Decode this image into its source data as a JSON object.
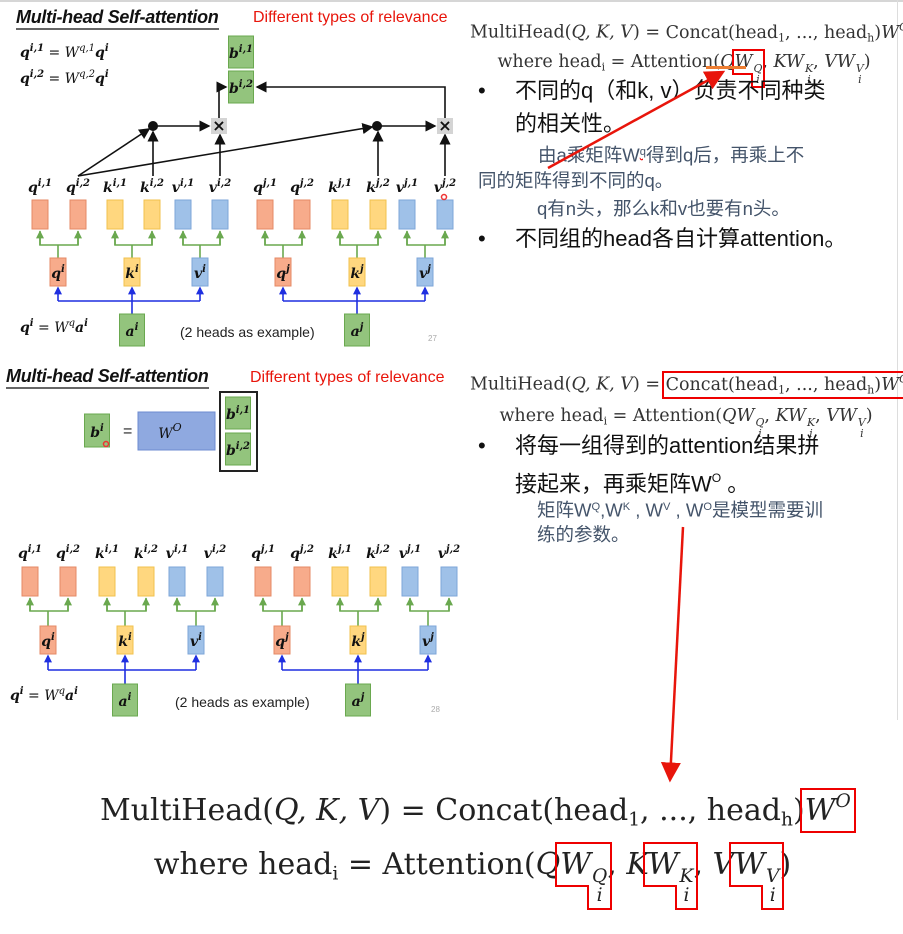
{
  "slide1": {
    "title": "Multi-head Self-attention",
    "subtitle": "Different types of relevance",
    "page": "27",
    "example_note": "(2 heads as example)",
    "equations": [
      [
        {
          "t": "q",
          "sup": "i,1"
        },
        {
          "t": " = W",
          "sup": "q,1"
        },
        {
          "t": "q",
          "sup": "i"
        }
      ],
      [
        {
          "t": "q",
          "sup": "i,2"
        },
        {
          "t": " = W",
          "sup": "q,2"
        },
        {
          "t": "q",
          "sup": "i"
        }
      ]
    ],
    "outputs": [
      {
        "b": "b",
        "s": "i,1"
      },
      {
        "b": "b",
        "s": "i,2"
      }
    ],
    "multiply_symbol": "×"
  },
  "slide2": {
    "title": "Multi-head Self-attention",
    "subtitle": "Different types of relevance",
    "page": "28",
    "example_note": "(2 heads as example)",
    "result": {
      "b": "b",
      "s": "i"
    },
    "equals": "=",
    "weight": {
      "b": "W",
      "s": "O"
    },
    "outputs": [
      {
        "b": "b",
        "s": "i,1"
      },
      {
        "b": "b",
        "s": "i,2"
      }
    ]
  },
  "shared": {
    "vectors": [
      {
        "b": "q",
        "s": "i,1"
      },
      {
        "b": "q",
        "s": "i,2"
      },
      {
        "b": "k",
        "s": "i,1"
      },
      {
        "b": "k",
        "s": "i,2"
      },
      {
        "b": "v",
        "s": "i,1"
      },
      {
        "b": "v",
        "s": "i,2"
      },
      {
        "b": "q",
        "s": "j,1"
      },
      {
        "b": "q",
        "s": "j,2"
      },
      {
        "b": "k",
        "s": "j,1"
      },
      {
        "b": "k",
        "s": "j,2"
      },
      {
        "b": "v",
        "s": "j,1"
      },
      {
        "b": "v",
        "s": "j,2"
      }
    ],
    "mids": [
      {
        "b": "q",
        "s": "i"
      },
      {
        "b": "k",
        "s": "i"
      },
      {
        "b": "v",
        "s": "i"
      },
      {
        "b": "q",
        "s": "j"
      },
      {
        "b": "k",
        "s": "j"
      },
      {
        "b": "v",
        "s": "j"
      }
    ],
    "inputs": [
      {
        "b": "a",
        "s": "i"
      },
      {
        "b": "a",
        "s": "j"
      }
    ],
    "qeq": [
      {
        "t": "q",
        "sup": "i"
      },
      {
        "t": " = W",
        "sup": "q"
      },
      {
        "t": "a",
        "sup": "i"
      }
    ]
  },
  "formula": {
    "mh": "MultiHead(",
    "args": "Q, K, V",
    "eq": ") = ",
    "concat": "Concat(head",
    "sub1": "1",
    "mid": ", ..., head",
    "subh": "h",
    "close": ")",
    "w": "W",
    "wsup": "O",
    "where": "where head",
    "subi": "i",
    "attn": " = Attention(",
    "terms": [
      {
        "pre": "Q",
        "w": "W",
        "sup": "Q",
        "sub": "i"
      },
      {
        "pre": "K",
        "w": "W",
        "sup": "K",
        "sub": "i"
      },
      {
        "pre": "V",
        "w": "W",
        "sup": "V",
        "sub": "i"
      }
    ],
    "comma": ", ",
    "end": ")"
  },
  "notes1": {
    "bullet": "•",
    "b1_line1": "不同的q（和k, v）负责不同种类",
    "b1_line2": "的相关性。",
    "s1a": "由a乘矩阵W",
    "s1sup": "q",
    "s1b": "得到q后，再乘上不",
    "s2": "同的矩阵得到不同的q。",
    "s3": "q有n头，那么k和v也要有n头。",
    "b2": "不同组的head各自计算attention。"
  },
  "notes2": {
    "bullet": "•",
    "b1_line1": "将每一组得到的attention结果拼",
    "b1_line2a": "接起来，再乘矩阵W",
    "b1_sup": "O",
    "b1_line2b": " 。",
    "s1": [
      {
        "t": "矩阵W",
        "sup": "Q"
      },
      {
        "t": ",W",
        "sup": "K"
      },
      {
        "t": " , W",
        "sup": "V"
      },
      {
        "t": " , W",
        "sup": "O"
      },
      {
        "t": "是模型需要训"
      }
    ],
    "s2": "练的参数。"
  },
  "colors": {
    "q": "#f7ab8b",
    "k": "#ffd77f",
    "v": "#9fc1e8",
    "a": "#93c47d",
    "accent": "#e8150b",
    "note": "#44546a"
  }
}
